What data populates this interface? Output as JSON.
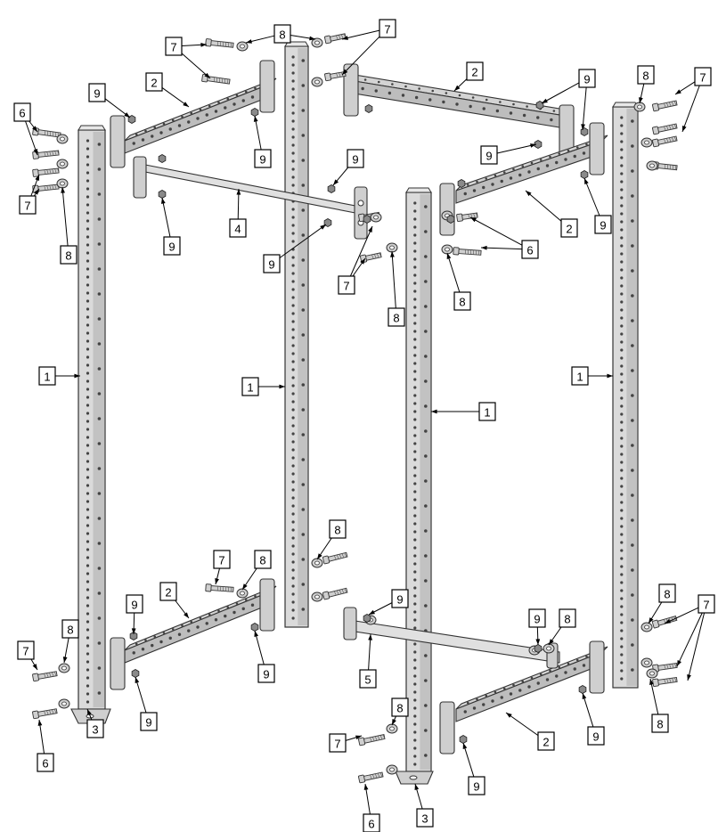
{
  "part_numbers": [
    "1",
    "2",
    "3",
    "4",
    "5",
    "6",
    "7",
    "8",
    "9"
  ],
  "colors": {
    "line": "#333333",
    "steel_light": "#dadada",
    "steel_shade": "#bdbdbd",
    "hole": "#444444",
    "nut": "#8a8a8a",
    "background": "#ffffff"
  }
}
